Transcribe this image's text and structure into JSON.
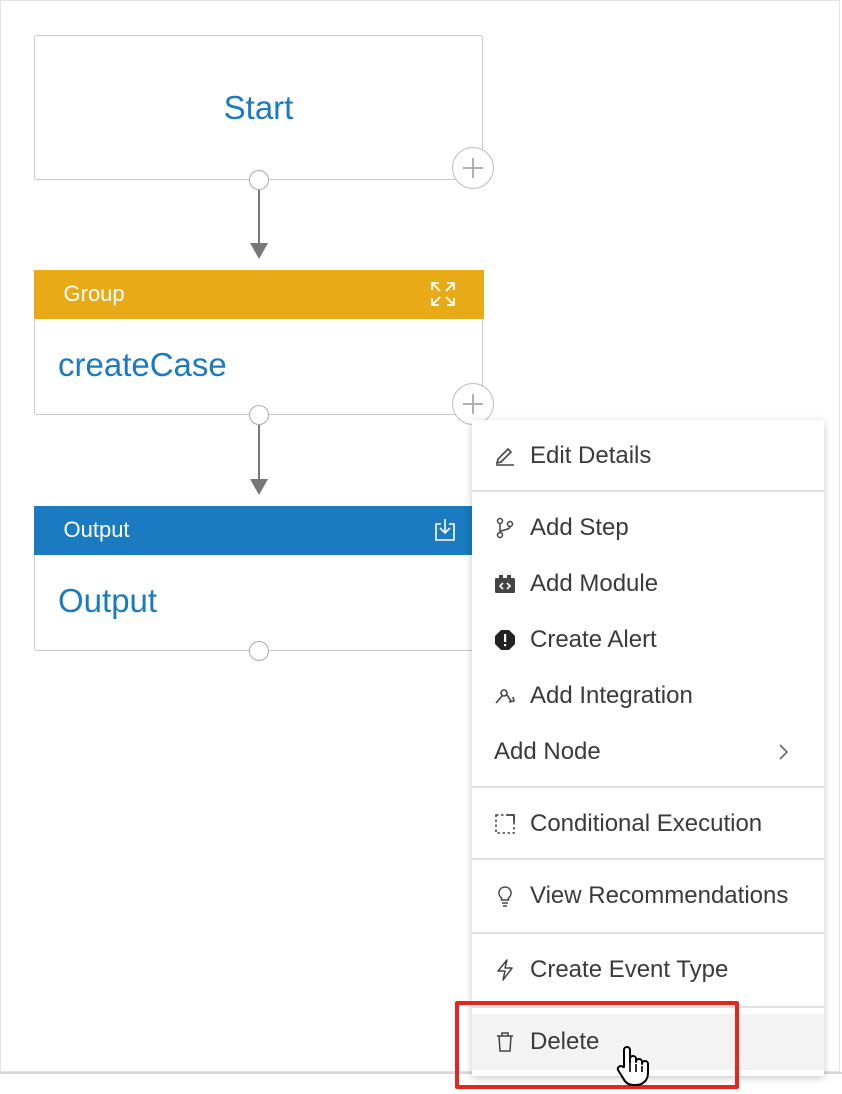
{
  "flow": {
    "start": {
      "title": "Start"
    },
    "group": {
      "header": "Group",
      "title": "createCase"
    },
    "output": {
      "header": "Output",
      "title": "Output"
    }
  },
  "menu": {
    "edit_details": "Edit Details",
    "add_step": "Add Step",
    "add_module": "Add Module",
    "create_alert": "Create Alert",
    "add_integration": "Add Integration",
    "add_node": "Add Node",
    "conditional_execution": "Conditional Execution",
    "view_recommendations": "View Recommendations",
    "create_event_type": "Create Event Type",
    "delete": "Delete"
  },
  "colors": {
    "group_header": "#e8aa17",
    "output_header": "#1a7bc0",
    "title_text": "#1a7bc0",
    "highlight": "#e3261e"
  },
  "icons": {
    "edit": "pencil-icon",
    "add_step": "branch-icon",
    "add_module": "module-icon",
    "create_alert": "alert-icon",
    "add_integration": "integration-icon",
    "add_node": "chevron-right-icon",
    "conditional_execution": "dashed-square-icon",
    "view_recommendations": "lightbulb-icon",
    "create_event_type": "lightning-icon",
    "delete": "trash-icon",
    "expand": "expand-icon",
    "download": "download-icon",
    "add": "plus-icon"
  }
}
